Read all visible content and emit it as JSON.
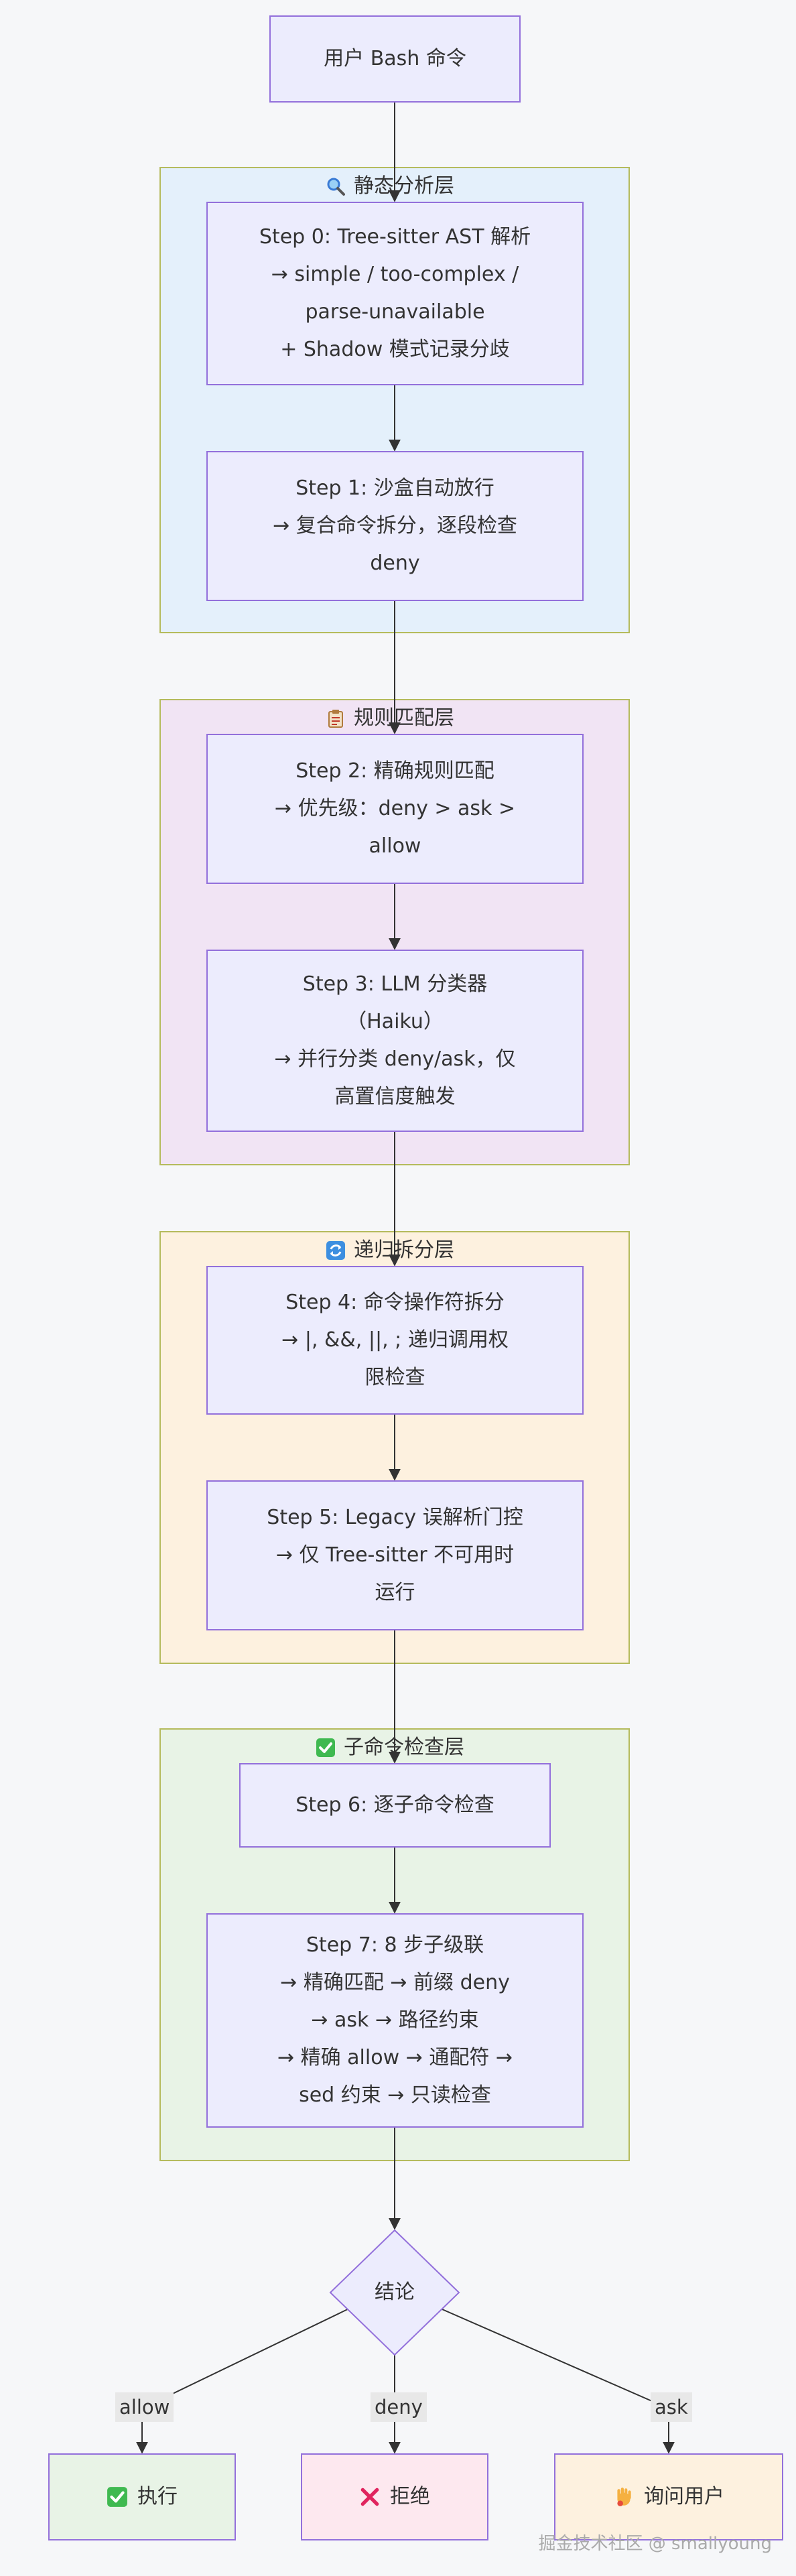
{
  "start": {
    "label": "用户 Bash 命令"
  },
  "groups": [
    {
      "title": "静态分析层",
      "icon": "magnifier-icon",
      "color": "#e4f0fb"
    },
    {
      "title": "规则匹配层",
      "icon": "clipboard-icon",
      "color": "#f1e4f4"
    },
    {
      "title": "递归拆分层",
      "icon": "cycle-icon",
      "color": "#fdf1df"
    },
    {
      "title": "子命令检查层",
      "icon": "check-icon",
      "color": "#e8f3e6"
    }
  ],
  "steps": [
    {
      "lines": [
        "Step 0: Tree-sitter AST 解析",
        "→ simple / too-complex /",
        "parse-unavailable",
        "+ Shadow 模式记录分歧"
      ]
    },
    {
      "lines": [
        "Step 1: 沙盒自动放行",
        "→ 复合命令拆分，逐段检查",
        "deny"
      ]
    },
    {
      "lines": [
        "Step 2: 精确规则匹配",
        "→ 优先级：deny > ask >",
        "allow"
      ]
    },
    {
      "lines": [
        "Step 3: LLM 分类器",
        "（Haiku）",
        "→ 并行分类 deny/ask，仅",
        "高置信度触发"
      ]
    },
    {
      "lines": [
        "Step 4: 命令操作符拆分",
        "→ |, &&, ||, ; 递归调用权",
        "限检查"
      ]
    },
    {
      "lines": [
        "Step 5: Legacy 误解析门控",
        "→ 仅 Tree-sitter 不可用时",
        "运行"
      ]
    },
    {
      "lines": [
        "Step 6: 逐子命令检查"
      ]
    },
    {
      "lines": [
        "Step 7: 8 步子级联",
        "→ 精确匹配 → 前缀 deny",
        "→ ask → 路径约束",
        "→ 精确 allow → 通配符 →",
        "sed 约束 → 只读检查"
      ]
    }
  ],
  "decision": {
    "label": "结论"
  },
  "edge_labels": [
    "allow",
    "deny",
    "ask"
  ],
  "outcomes": [
    {
      "label": "执行",
      "icon": "check-icon",
      "color": "#e8f3e6"
    },
    {
      "label": "拒绝",
      "icon": "cross-icon",
      "color": "#fde8ef"
    },
    {
      "label": "询问用户",
      "icon": "raised-hand-icon",
      "color": "#fdf1df"
    }
  ],
  "watermark": "掘金技术社区 @ smallyoung",
  "colors": {
    "node_fill": "#ececfd",
    "node_stroke": "#9370db",
    "group_stroke": "#b5bb5d",
    "edge": "#333333"
  }
}
